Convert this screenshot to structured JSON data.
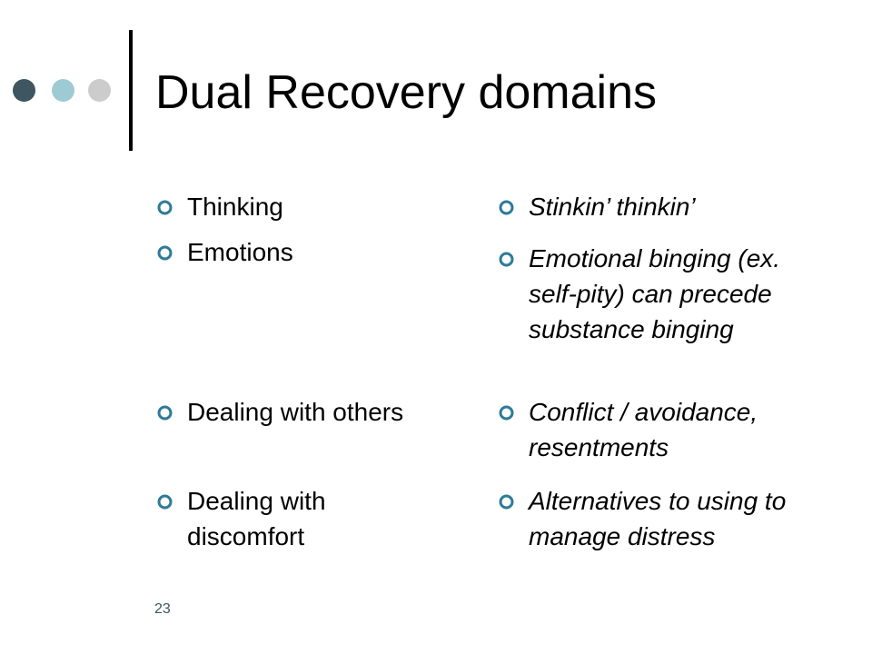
{
  "slide": {
    "title": "Dual Recovery domains",
    "number": "23"
  },
  "colors": {
    "dot_dark": "#3d5660",
    "dot_light": "#9ecbd3",
    "dot_grey": "#cccccc",
    "bullet_fill": "#2e7b98"
  },
  "icons": {
    "decorative_dots": "circle-dots-icon",
    "bullet": "ring-bullet-icon"
  },
  "left_column": {
    "items": [
      {
        "text": "Thinking"
      },
      {
        "text": "Emotions"
      },
      {
        "text": "Dealing with others"
      },
      {
        "text": "Dealing with discomfort"
      }
    ]
  },
  "right_column": {
    "items": [
      {
        "text": "Stinkin’ thinkin’"
      },
      {
        "text": "Emotional binging (ex. self-pity) can precede substance binging"
      },
      {
        "text": "Conflict / avoidance, resentments"
      },
      {
        "text": "Alternatives to using to manage distress"
      }
    ]
  }
}
